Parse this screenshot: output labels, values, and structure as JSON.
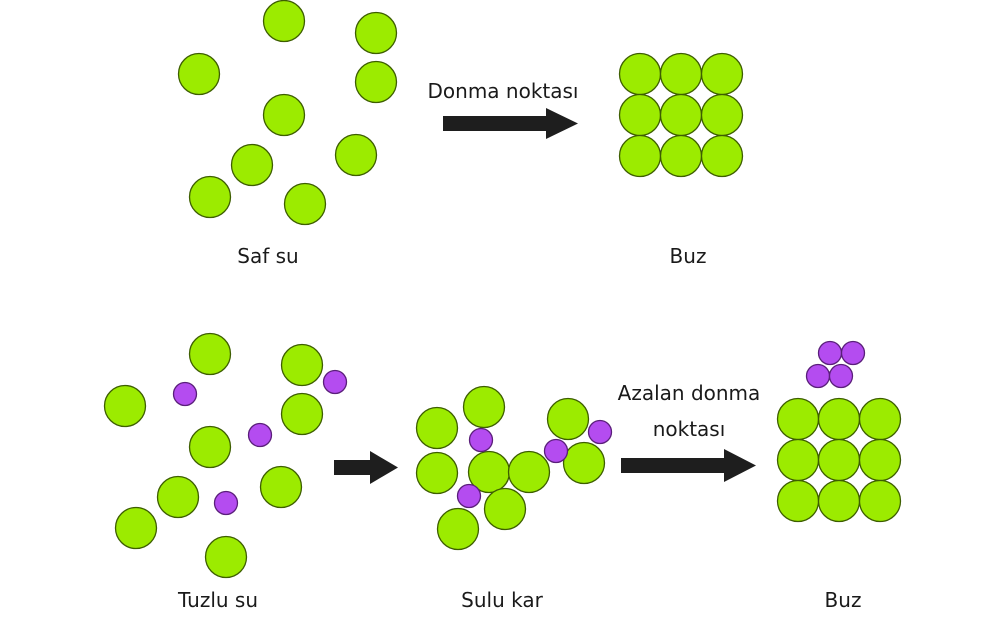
{
  "colors": {
    "water": "#9ceb00",
    "water_stroke": "#3d5e00",
    "salt": "#b44cf0",
    "salt_stroke": "#5a1f7a",
    "arrow": "#1e1e1e"
  },
  "labels": {
    "freezing_point": "Donma noktası",
    "pure_water": "Saf su",
    "ice_top": "Buz",
    "salt_water": "Tuzlu su",
    "slush": "Sulu kar",
    "lower_freezing_line1": "Azalan donma",
    "lower_freezing_line2": "noktası",
    "ice_bottom": "Buz"
  }
}
